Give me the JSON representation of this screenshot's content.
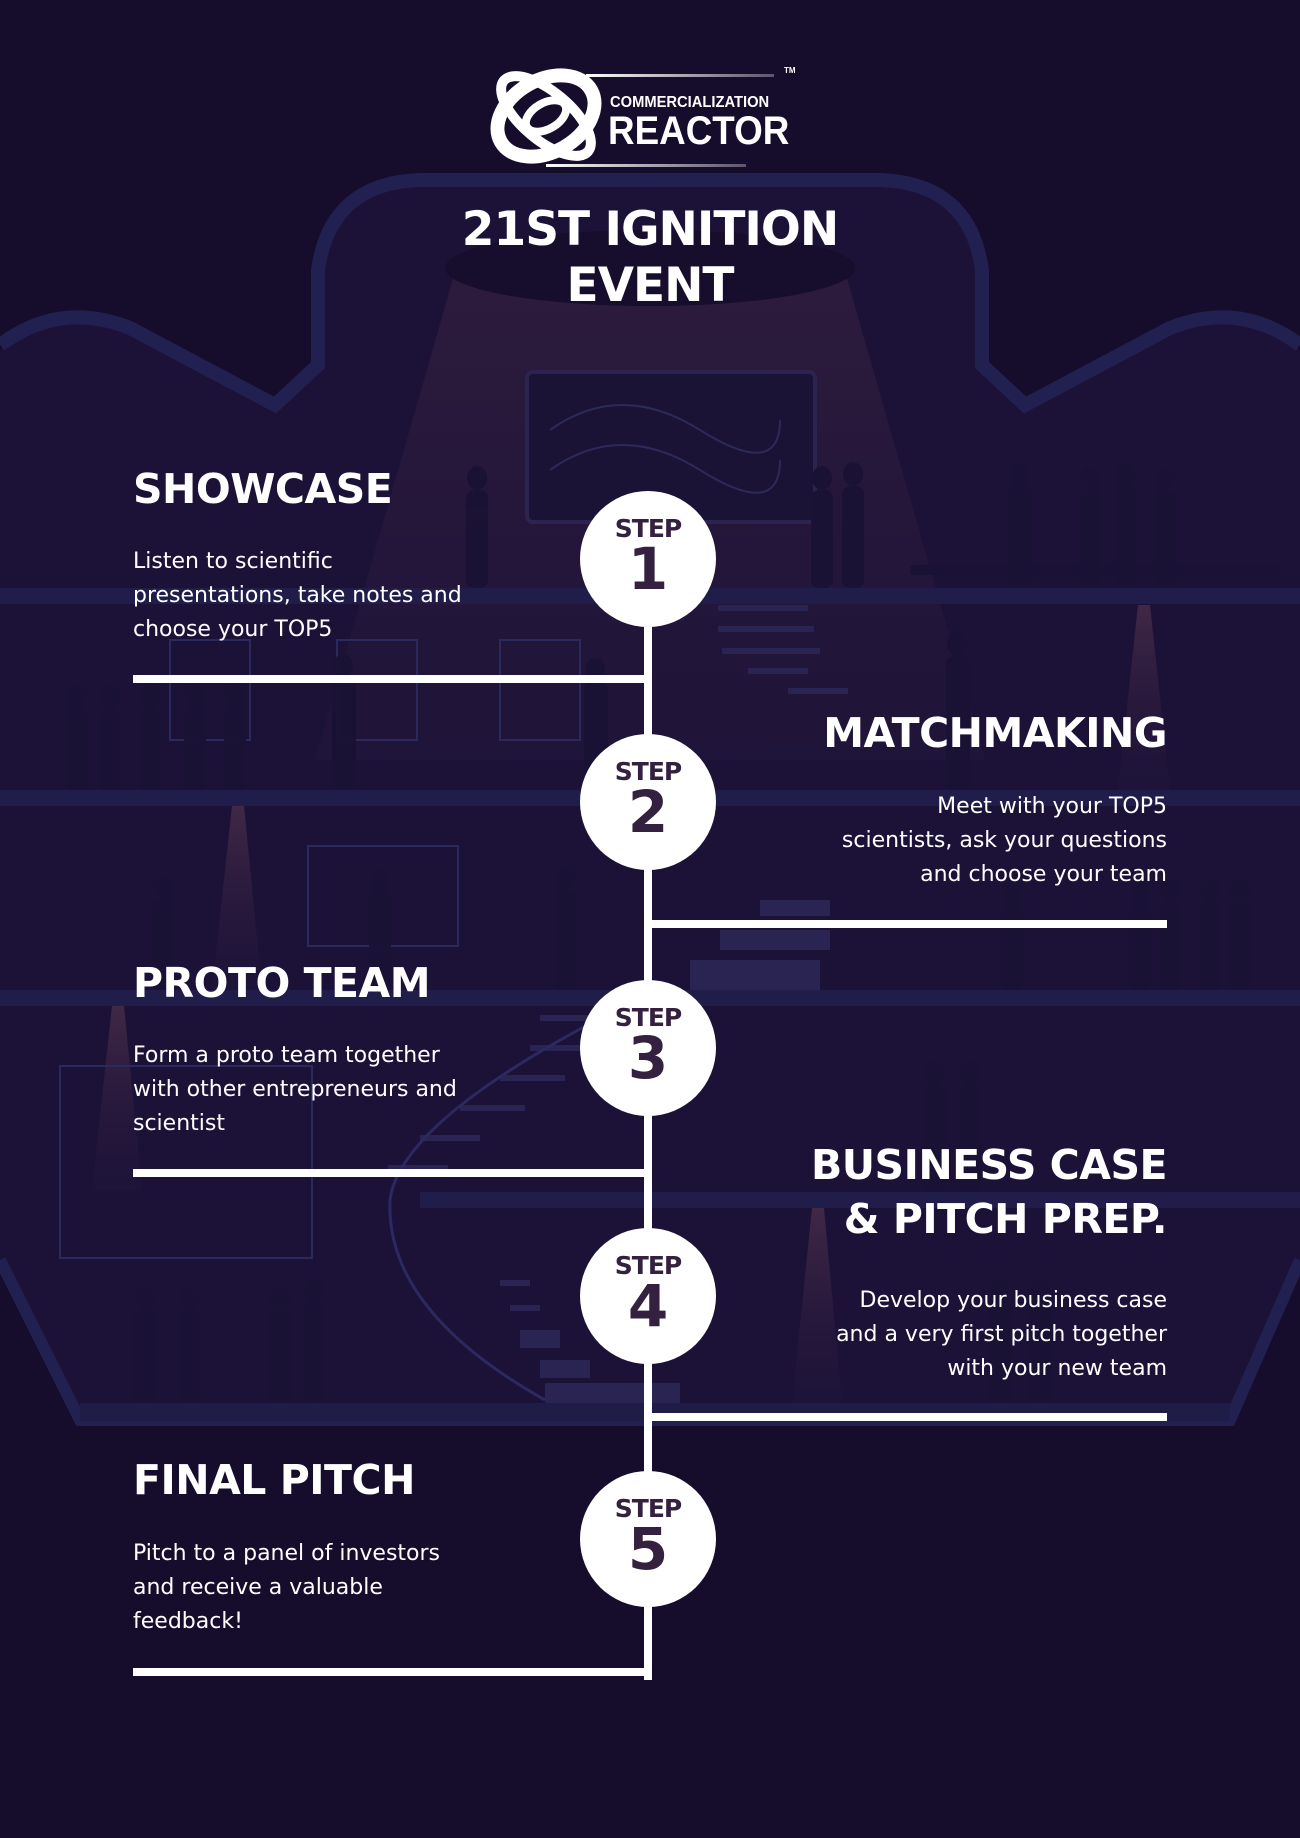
{
  "logo": {
    "line1": "COMMERCIALIZATION",
    "line2": "REACTOR",
    "trademark": "TM",
    "icon": "reactor-orbit-icon"
  },
  "title": {
    "line1": "21ST IGNITION",
    "line2": "EVENT"
  },
  "colors": {
    "background": "#160c2c",
    "building_outline": "#222050",
    "spotlight": "#3a2040",
    "circle_fill": "#ffffff",
    "step_text": "#33213f",
    "text": "#ffffff"
  },
  "steps": [
    {
      "word": "STEP",
      "number": "1",
      "side": "left",
      "title": "SHOWCASE",
      "description": [
        "Listen to scientific",
        "presentations, take notes and",
        "choose your TOP5"
      ]
    },
    {
      "word": "STEP",
      "number": "2",
      "side": "right",
      "title": "MATCHMAKING",
      "description": [
        "Meet with your TOP5",
        "scientists, ask your questions",
        "and choose your team"
      ]
    },
    {
      "word": "STEP",
      "number": "3",
      "side": "left",
      "title": "PROTO TEAM",
      "description": [
        "Form a proto team together",
        "with other entrepreneurs and",
        "scientist"
      ]
    },
    {
      "word": "STEP",
      "number": "4",
      "side": "right",
      "title_lines": [
        "BUSINESS CASE",
        "& PITCH PREP."
      ],
      "description": [
        "Develop your business case",
        "and a very first pitch together",
        "with your new team"
      ]
    },
    {
      "word": "STEP",
      "number": "5",
      "side": "left",
      "title": "FINAL PITCH",
      "description": [
        "Pitch to a panel of investors",
        "and receive a valuable",
        "feedback!"
      ]
    }
  ]
}
